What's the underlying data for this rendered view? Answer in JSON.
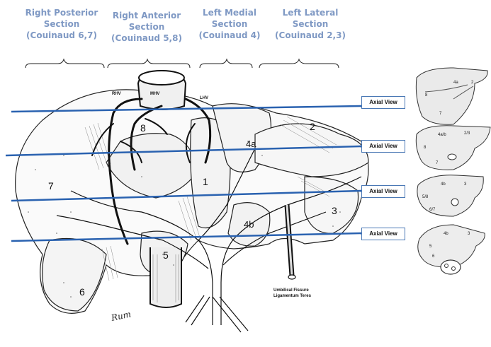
{
  "headers": [
    {
      "line1": "Right Posterior",
      "line2": "Section",
      "line3": "(Couinaud 6,7)"
    },
    {
      "line1": "Right Anterior",
      "line2": "Section",
      "line3": "(Couinaud 5,8)"
    },
    {
      "line1": "Left Medial",
      "line2": "Section",
      "line3": "(Couinaud 4)"
    },
    {
      "line1": "Left Lateral",
      "line2": "Section",
      "line3": "(Couinaud 2,3)"
    }
  ],
  "vein_labels": {
    "rhv": "RHV",
    "mhv": "MHV",
    "lhv": "LHV"
  },
  "segments": {
    "s1": "1",
    "s2": "2",
    "s3": "3",
    "s4a": "4a",
    "s4b": "4b",
    "s5": "5",
    "s6": "6",
    "s7": "7",
    "s8": "8"
  },
  "axial_views": [
    "Axial View",
    "Axial View",
    "Axial View",
    "Axial View"
  ],
  "footnote": {
    "line1": "Umbilical Fissure",
    "line2": "Ligamentum Teres"
  },
  "signature": "Rum",
  "thumbnails": [
    {
      "labels": [
        "8",
        "4a",
        "2",
        "7"
      ]
    },
    {
      "labels": [
        "4a/b",
        "2/3",
        "8",
        "7"
      ]
    },
    {
      "labels": [
        "4b",
        "3",
        "5/8",
        "6/7"
      ]
    },
    {
      "labels": [
        "4b",
        "3",
        "5",
        "6"
      ]
    }
  ]
}
